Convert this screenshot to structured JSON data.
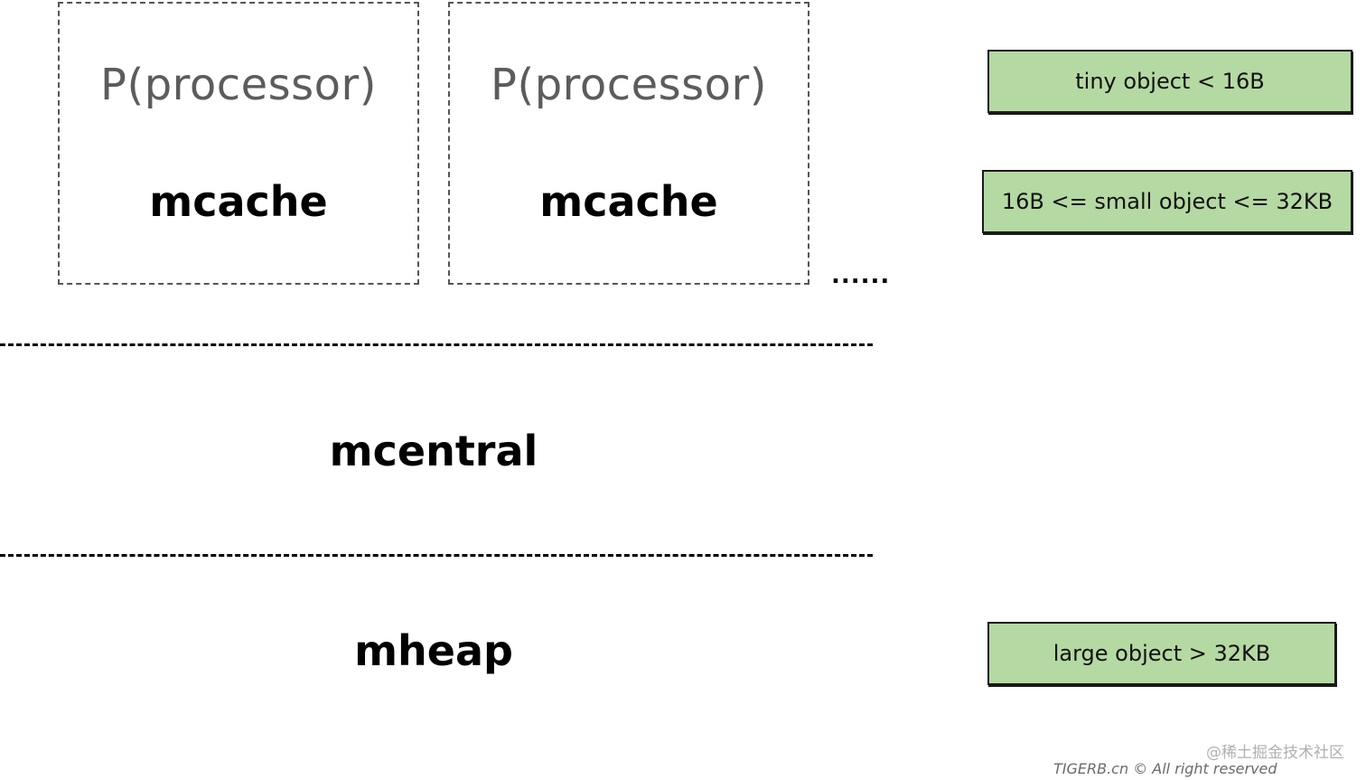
{
  "processors": [
    {
      "title": "P(processor)",
      "cache": "mcache"
    },
    {
      "title": "P(processor)",
      "cache": "mcache"
    }
  ],
  "ellipsis": "......",
  "layers": {
    "mcentral": "mcentral",
    "mheap": "mheap"
  },
  "size_classes": {
    "tiny": "tiny object < 16B",
    "small": "16B <= small object <= 32KB",
    "large": "large object > 32KB"
  },
  "colors": {
    "size_box_fill": "#b5d9a2",
    "processor_text": "#5c5c5c"
  },
  "footer": {
    "watermark": "@稀土掘金技术社区",
    "copyright": "TIGERB.cn © All right reserved"
  }
}
